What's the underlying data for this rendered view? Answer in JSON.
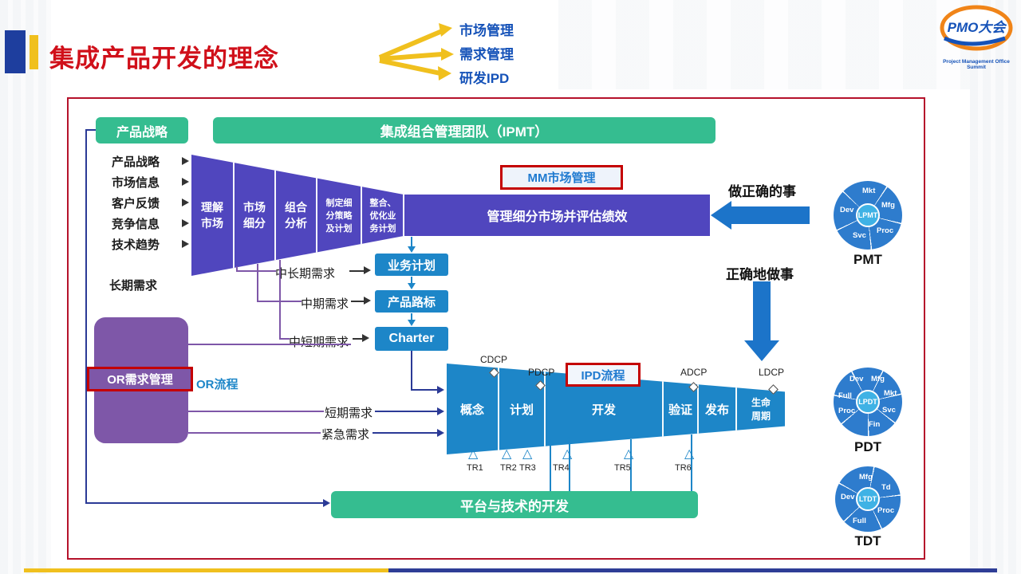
{
  "header": {
    "title": "集成产品开发的理念",
    "bullets": [
      "市场管理",
      "需求管理",
      "研发IPD"
    ],
    "logo": {
      "brand": "PMO大会",
      "subtitle": "Project Management Office Summit"
    }
  },
  "diagram": {
    "product_strategy_box": "产品战略",
    "ipmt_bar": "集成组合管理团队（IPMT）",
    "inputs": [
      "产品战略",
      "市场信息",
      "客户反馈",
      "竞争信息",
      "技术趋势"
    ],
    "long_term_demand": "长期需求",
    "mm": {
      "tag": "MM市场管理",
      "funnel": [
        "理解\n市场",
        "市场\n细分",
        "组合\n分析",
        "制定细\n分策略\n及计划",
        "整合、\n优化业\n务计划"
      ],
      "bar": "管理细分市场并评估绩效"
    },
    "captions": {
      "do_right_thing": "做正确的事",
      "do_thing_right": "正确地做事"
    },
    "demand_rows": [
      {
        "label": "中长期需求",
        "box": "业务计划"
      },
      {
        "label": "中期需求",
        "box": "产品路标"
      },
      {
        "label": "中短期需求",
        "box": "Charter"
      }
    ],
    "or": {
      "tag": "OR需求管理",
      "flow_label": "OR流程"
    },
    "short_demand": "短期需求",
    "urgent_demand": "紧急需求",
    "ipd": {
      "tag": "IPD流程",
      "phases": [
        "概念",
        "计划",
        "开发",
        "验证",
        "发布",
        "生命\n周期"
      ],
      "dcps": [
        "CDCP",
        "PDCP",
        "ADCP",
        "LDCP"
      ],
      "trs": [
        "TR1",
        "TR2",
        "TR3",
        "TR4",
        "TR5",
        "TR6"
      ]
    },
    "platform_bar": "平台与技术的开发",
    "teams": [
      {
        "name": "PMT",
        "center": "LPMT",
        "segments": [
          "Mkt",
          "Mfg",
          "Proc",
          "Svc",
          "Dev"
        ]
      },
      {
        "name": "PDT",
        "center": "LPDT",
        "segments": [
          "Dev",
          "Mfg",
          "Full",
          "Mkt",
          "Proc",
          "Svc",
          "Fin"
        ]
      },
      {
        "name": "TDT",
        "center": "LTDT",
        "segments": [
          "Mfg",
          "Td",
          "Dev",
          "Proc",
          "Full"
        ]
      }
    ]
  },
  "glyphs": {
    "tr_marker": "△"
  },
  "colors": {
    "green": "#35bd90",
    "violet": "#5046be",
    "blue": "#1d86c8",
    "purple": "#7e57a8",
    "frame_red": "#c40000",
    "title_red": "#d0101a",
    "accent_yellow": "#f0c01e",
    "accent_blue": "#1e3e9e",
    "navy": "#2b3a96"
  }
}
